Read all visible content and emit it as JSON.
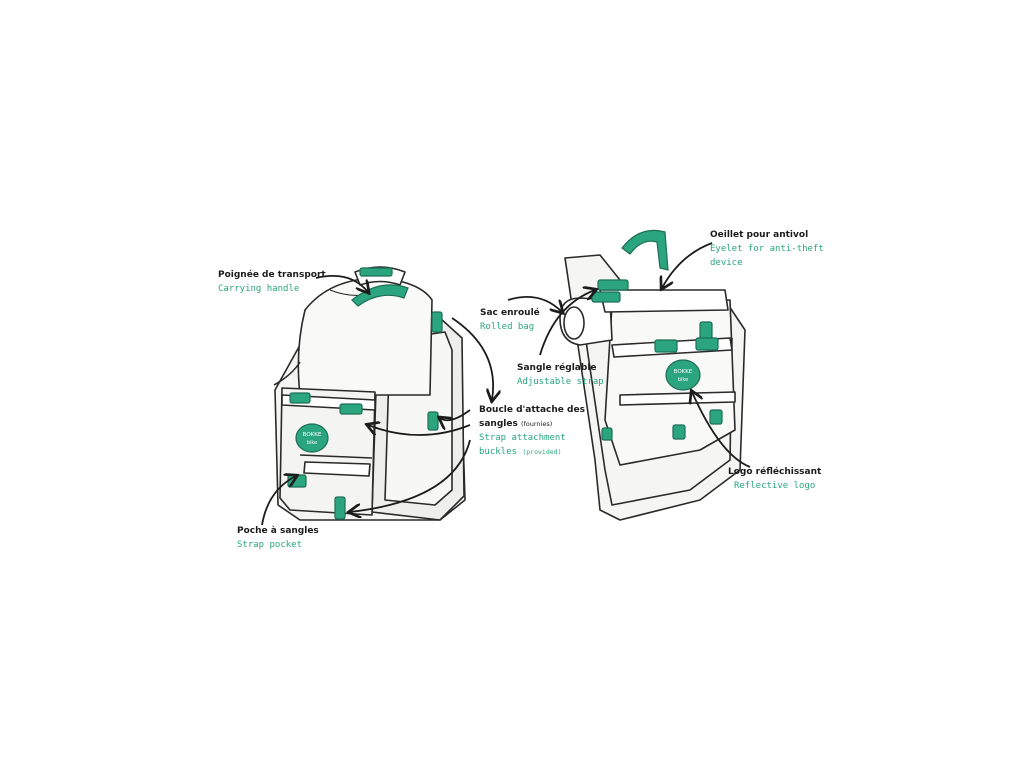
{
  "colors": {
    "accent": "#2aa57d",
    "accent_dark": "#1f7d60",
    "ink": "#2a2a2a",
    "bag_fill": "#f3f3f1"
  },
  "annotations": {
    "carrying_handle": {
      "fr": "Poignée de transport",
      "en": "Carrying handle"
    },
    "strap_buckles": {
      "fr": "Boucle d'attache des",
      "fr2": "sangles",
      "fr_small": "(fournies)",
      "en": "Strap attachment",
      "en2": "buckles",
      "en_small": "(provided)"
    },
    "strap_pocket": {
      "fr": "Poche à sangles",
      "en": "Strap pocket"
    },
    "rolled_bag": {
      "fr": "Sac enroulé",
      "en": "Rolled bag"
    },
    "adjustable_strap": {
      "fr": "Sangle réglable",
      "en": "Adjustable strap"
    },
    "eyelet": {
      "fr": "Oeillet pour antivol",
      "en": "Eyelet for anti-theft",
      "en2": "device"
    },
    "reflective_logo": {
      "fr": "Logo réfléchissant",
      "en": "Reflective logo"
    }
  },
  "logo_text": {
    "line1": "BOKKE",
    "line2": "bike"
  }
}
